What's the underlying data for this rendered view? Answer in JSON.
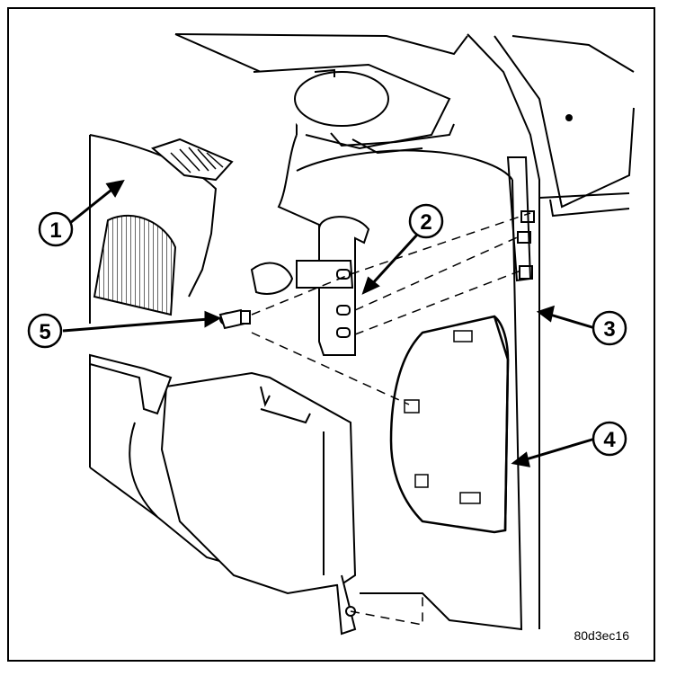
{
  "colors": {
    "line": "#000000",
    "panel_shade": "#d9d9d9",
    "background": "#ffffff"
  },
  "callouts": [
    {
      "id": "1",
      "label": "1"
    },
    {
      "id": "2",
      "label": "2"
    },
    {
      "id": "3",
      "label": "3"
    },
    {
      "id": "4",
      "label": "4"
    },
    {
      "id": "5",
      "label": "5"
    }
  ],
  "figure_code": "80d3ec16"
}
